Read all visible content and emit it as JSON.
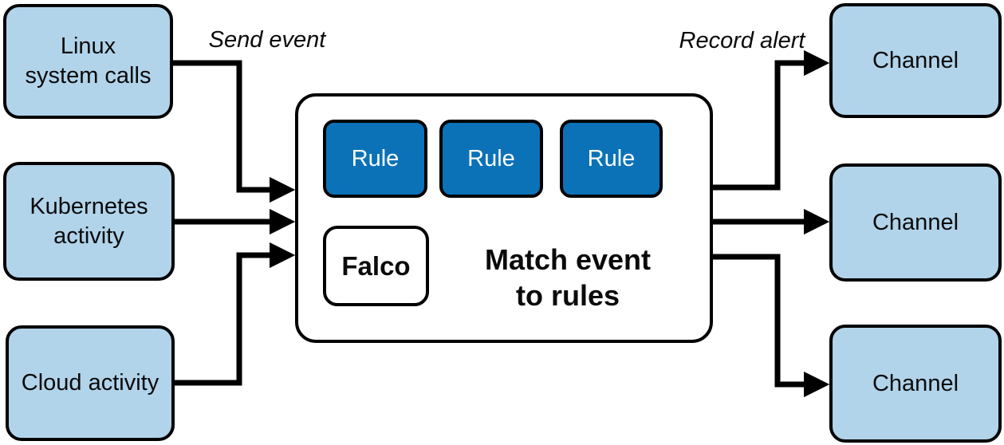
{
  "colors": {
    "source_fill": "#b1d4ea",
    "rule_fill": "#0b72b8",
    "outline": "#000000",
    "rule_text": "#ffffff"
  },
  "sources": [
    {
      "label": "Linux\nsystem calls"
    },
    {
      "label": "Kubernetes\nactivity"
    },
    {
      "label": "Cloud activity"
    }
  ],
  "annotations": {
    "send_event": "Send event",
    "record_alert": "Record alert"
  },
  "engine": {
    "falco_label": "Falco",
    "caption": "Match event\nto rules",
    "rules": [
      {
        "label": "Rule"
      },
      {
        "label": "Rule"
      },
      {
        "label": "Rule"
      }
    ]
  },
  "channels": [
    {
      "label": "Channel"
    },
    {
      "label": "Channel"
    },
    {
      "label": "Channel"
    }
  ]
}
